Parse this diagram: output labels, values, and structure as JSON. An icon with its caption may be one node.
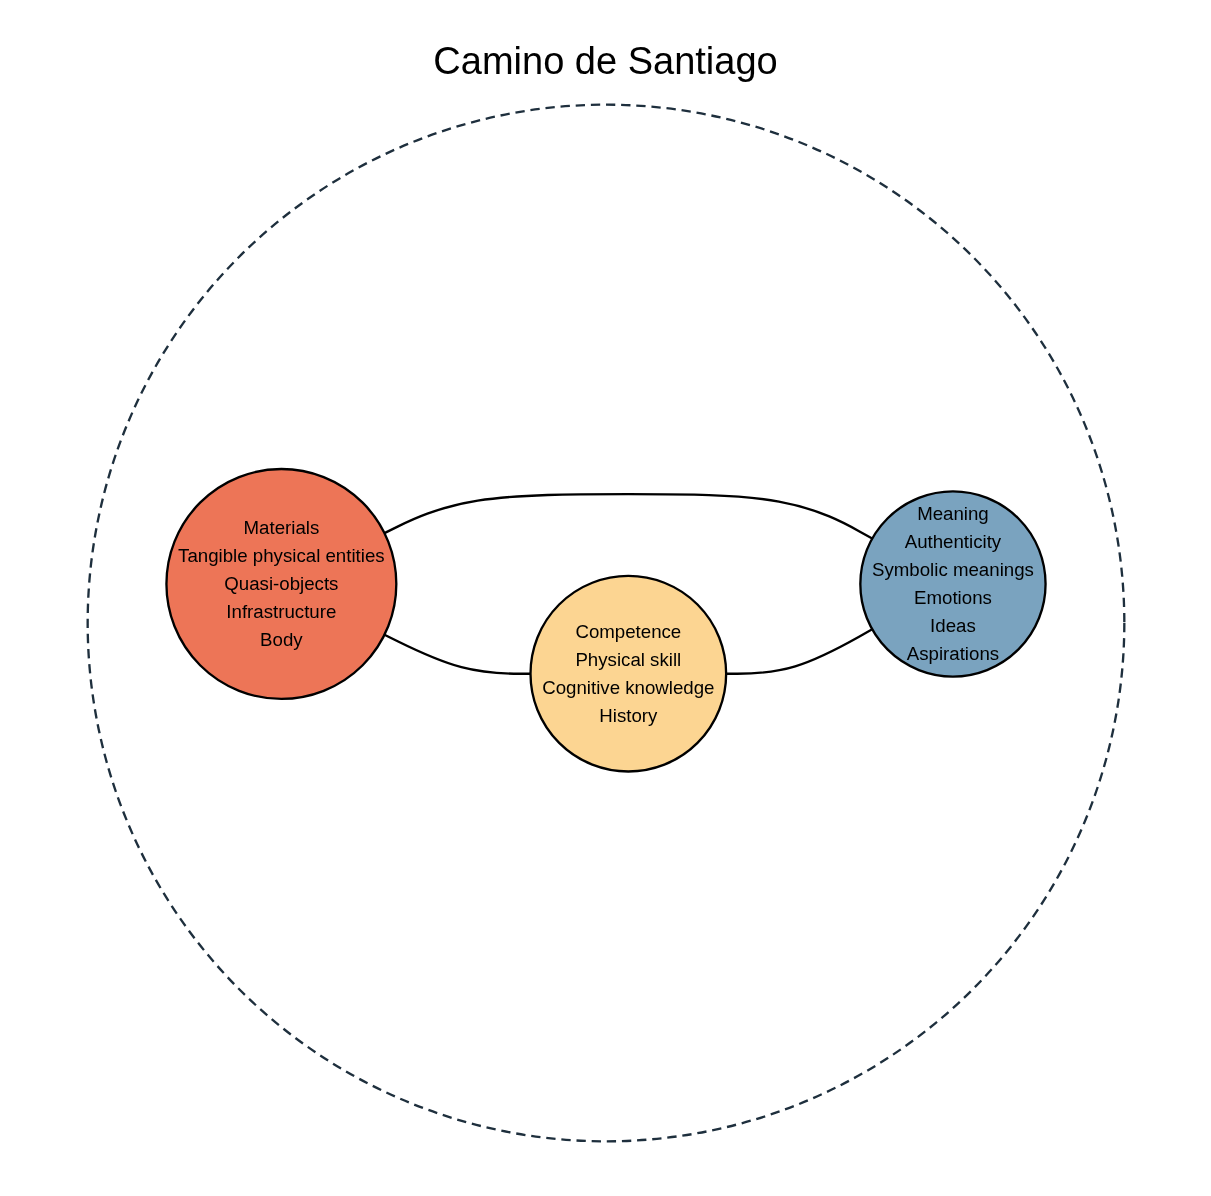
{
  "diagram": {
    "title": "Camino de Santiago",
    "nodes": [
      {
        "text": [],
        "shape": "circle"
      },
      {
        "text": [
          "Materials",
          "Tangible physical entities",
          "Quasi-objects",
          "Infrastructure",
          "Body"
        ],
        "in": 0
      },
      {
        "text": [
          "Competence",
          "Physical skill",
          "Cognitive knowledge",
          "History"
        ],
        "in": 0
      },
      {
        "text": [
          "Meaning",
          "Authenticity",
          "Symbolic meanings",
          "Emotions",
          "Ideas",
          "Aspirations"
        ],
        "in": 0
      }
    ],
    "edges": [
      {
        "from": 1,
        "to": 2,
        "arrow": "none"
      },
      {
        "from": 1,
        "to": 3,
        "arrow": "none"
      },
      {
        "from": 2,
        "to": 3,
        "arrow": "none"
      }
    ]
  }
}
